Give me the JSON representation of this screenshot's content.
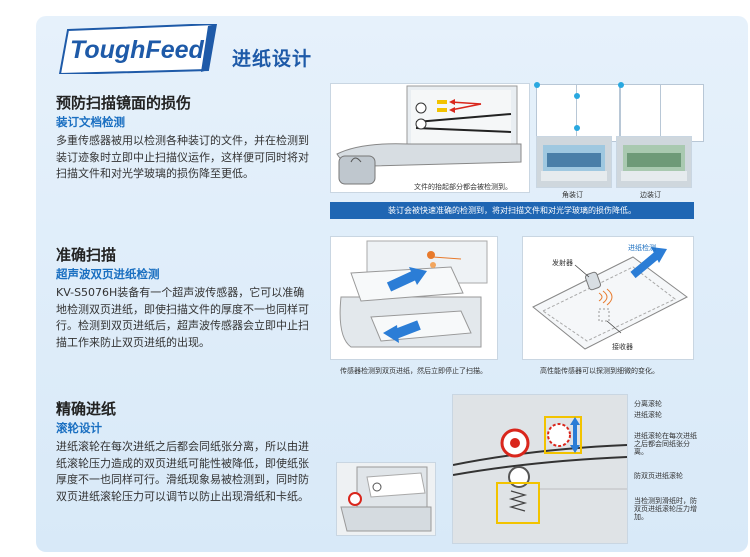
{
  "header": {
    "logo_text": "ToughFeed",
    "title": "进纸设计"
  },
  "colors": {
    "accent": "#1e5aa8",
    "subtitle": "#1a6fc1",
    "banner_bg": "#1f66b3",
    "panel_bg": "#dceaf8",
    "arrow_blue": "#2b7dd6",
    "warn_red": "#d9261c",
    "highlight_yellow": "#f2c300"
  },
  "sections": [
    {
      "title": "预防扫描镜面的损伤",
      "subtitle": "装订文档检测",
      "body": "多重传感器被用以检测各种装订的文件，并在检测到装订迹象时立即中止扫描仪运作，这样便可同时将对扫描文件和对光学玻璃的损伤降至更低。"
    },
    {
      "title": "准确扫描",
      "subtitle": "超声波双页进纸检测",
      "body": "KV-S5076H装备有一个超声波传感器，它可以准确地检测双页进纸，即使扫描文件的厚度不一也同样可行。检测到双页进纸后，超声波传感器会立即中止扫描工作来防止双页进纸的出现。"
    },
    {
      "title": "精确进纸",
      "subtitle": "滚轮设计",
      "body": "进纸滚轮在每次进纸之后都会同纸张分离，所以由进纸滚轮压力造成的双页进纸可能性被降低，即使纸张厚度不一也同样可行。滑纸现象易被检测到，同时防双页进纸滚轮压力可以调节以防止出现滑纸和卡纸。"
    }
  ],
  "figures": {
    "staple": {
      "caption_scanner": "文件的抬起部分都会被检测到。",
      "label_corner": "角装订",
      "label_edge": "边装订",
      "banner": "装订会被快速准确的检测到，将对扫描文件和对光学玻璃的损伤降低。"
    },
    "ultrasonic": {
      "caption_left": "传感器检测到双页进纸，然后立即停止了扫描。",
      "caption_right": "高性能传感器可以探测到细微的变化。",
      "label_detect": "进纸检测",
      "label_emitter": "发射器",
      "label_receiver": "接收器"
    },
    "roller": {
      "label_separation": "分离滚轮",
      "label_feed": "进纸滚轮",
      "label_feed_note": "进纸滚轮在每次进纸之后都会同纸张分离。",
      "label_double_feed": "防双页进纸滚轮",
      "label_pressure_note": "当检测到滑纸时，防双页进纸滚轮压力增加。"
    }
  }
}
